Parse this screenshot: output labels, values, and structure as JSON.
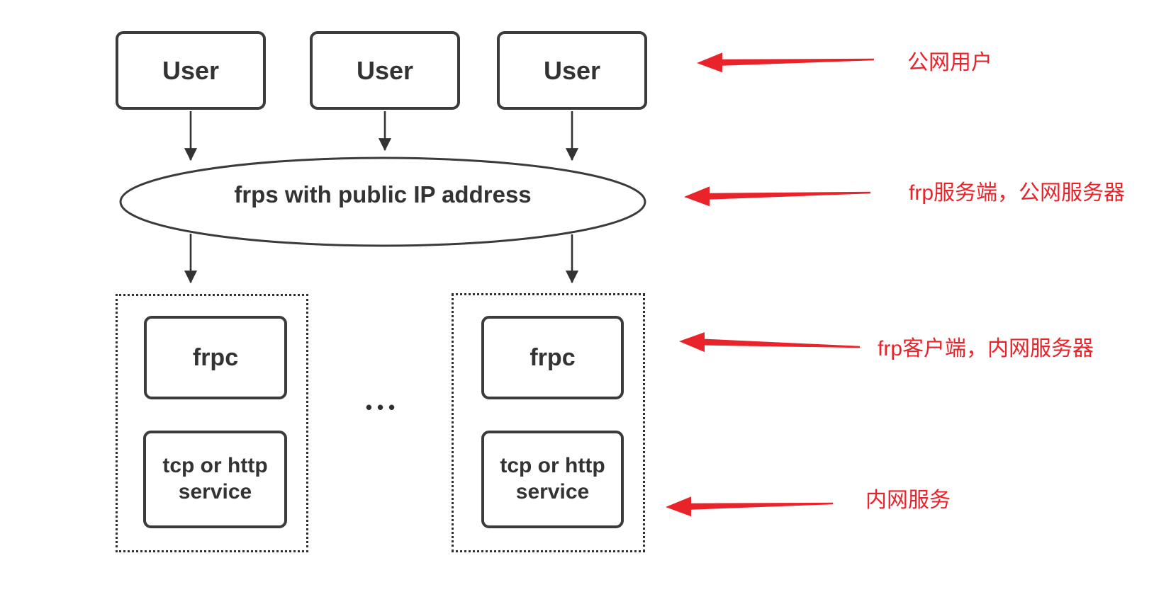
{
  "diagram": {
    "user_boxes": [
      {
        "label": "User"
      },
      {
        "label": "User"
      },
      {
        "label": "User"
      }
    ],
    "server_ellipse": {
      "label": "frps with public IP address"
    },
    "clients": [
      {
        "frpc_label": "frpc",
        "service_label": "tcp or http service"
      },
      {
        "frpc_label": "frpc",
        "service_label": "tcp or http service"
      }
    ],
    "ellipsis": "•••",
    "annotations": [
      {
        "label": "公网用户"
      },
      {
        "label": "frp服务端，公网服务器"
      },
      {
        "label": "frp客户端，内网服务器"
      },
      {
        "label": "内网服务"
      }
    ],
    "colors": {
      "accent_red": "#e8232a",
      "line_dark": "#333333"
    }
  }
}
